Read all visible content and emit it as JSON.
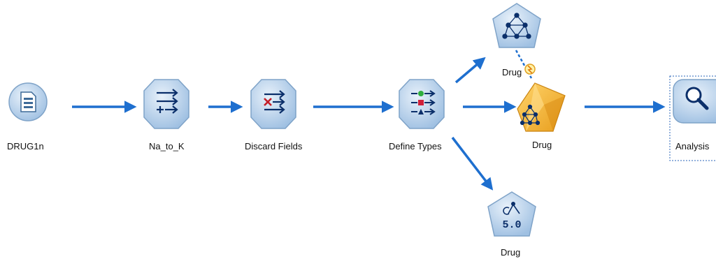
{
  "nodes": {
    "drug1n": {
      "label": "DRUG1n",
      "icon": "variable-file-icon"
    },
    "na_to_k": {
      "label": "Na_to_K",
      "icon": "derive-icon"
    },
    "discard_fields": {
      "label": "Discard Fields",
      "icon": "filter-icon"
    },
    "define_types": {
      "label": "Define Types",
      "icon": "type-icon"
    },
    "drug_neural_model": {
      "label": "Drug",
      "icon": "neural-net-icon"
    },
    "drug_model_nugget": {
      "label": "Drug",
      "icon": "model-nugget-icon"
    },
    "drug_c50": {
      "label": "Drug",
      "icon": "c50-icon",
      "icon_text": "5.0"
    },
    "analysis": {
      "label": "Analysis",
      "icon": "analysis-icon"
    }
  },
  "colors": {
    "arrow": "#1e6fcf",
    "node_fill": "#bcd5ee",
    "node_stroke": "#7fa3c8",
    "nugget": "#f3b43a",
    "selection": "#2a66b8"
  }
}
